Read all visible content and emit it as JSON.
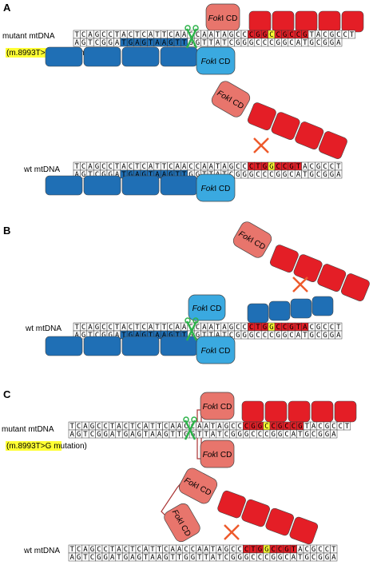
{
  "panels": [
    "A",
    "B",
    "C"
  ],
  "labels": {
    "mutant": "mutant mtDNA",
    "mutation": "(m.8993T>G",
    "mutation_suffix": " mutation)",
    "wt": "wt mtDNA"
  },
  "fok_text": {
    "italic": "Fok",
    "rest": "I CD"
  },
  "sequences": {
    "mutant_top": "TCAGCCTACTCATTCAACCAATAGCCCGGCCGCCGTACGCCT",
    "mutant_bottom": "AGTCGGATGAGTAAGTTGGTTATCGGGCCCGGCATGCGGA",
    "wt_top": "TCAGCCTACTCATTCAACCAATAGCCCTGGCCGTACGCCT",
    "wt_bottom": "AGTCGGATGAGTAAGTTGGTTATCGGGCCCGGCATGCGGA"
  },
  "colors": {
    "red_tale": "#e41e26",
    "red_fok": "#e8756c",
    "blue_tale": "#1f6fb5",
    "blue_fok": "#3aa9e0",
    "highlight": "#ffff33",
    "scissors": "#2db24a",
    "cross": "#ee5a2b"
  }
}
